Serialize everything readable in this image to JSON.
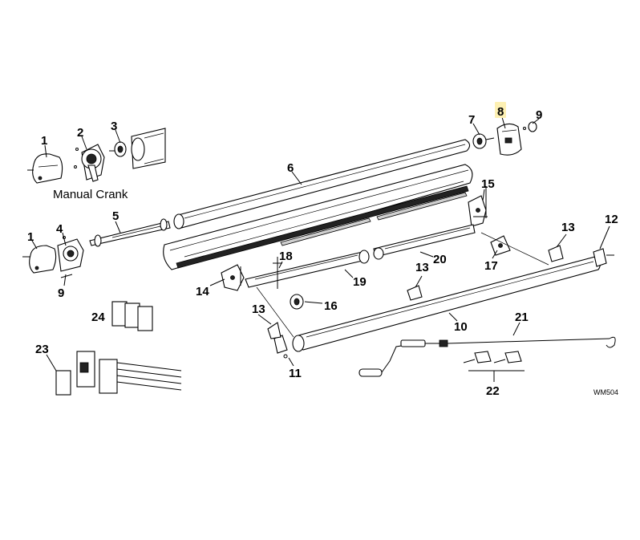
{
  "diagram": {
    "caption": "Manual Crank",
    "code": "WM504",
    "highlight_color": "#fdf0b3",
    "callouts": [
      "1",
      "2",
      "3",
      "6",
      "7",
      "8",
      "9",
      "15",
      "5",
      "4",
      "1",
      "9",
      "18",
      "14",
      "19",
      "20",
      "13",
      "17",
      "13",
      "12",
      "16",
      "24",
      "13",
      "10",
      "21",
      "23",
      "11",
      "22"
    ]
  }
}
